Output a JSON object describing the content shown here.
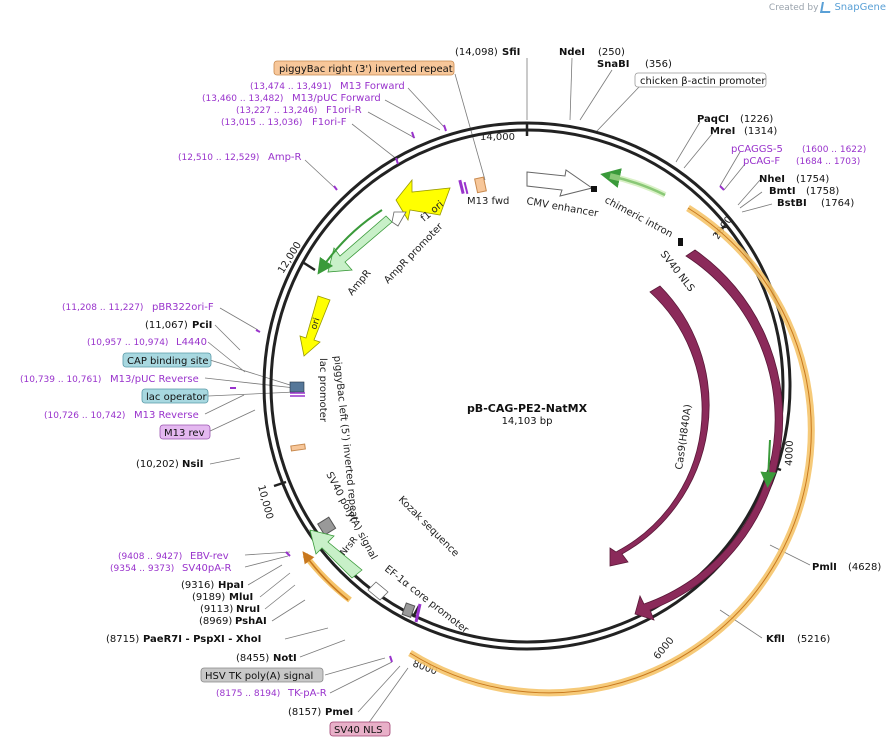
{
  "attribution": {
    "created_by": "Created by",
    "brand": "SnapGene"
  },
  "plasmid": {
    "name": "pB-CAG-PE2-NatMX",
    "length": "14,103 bp"
  },
  "ruler": [
    {
      "label": "14,000"
    },
    {
      "label": "2000"
    },
    {
      "label": "4000"
    },
    {
      "label": "6000"
    },
    {
      "label": "8000"
    },
    {
      "label": "10,000"
    },
    {
      "label": "12,000"
    }
  ],
  "sites": [
    {
      "name": "SfiI",
      "pos": "(14,098)"
    },
    {
      "name": "NdeI",
      "pos": "(250)"
    },
    {
      "name": "SnaBI",
      "pos": "(356)"
    },
    {
      "name": "PaqCI",
      "pos": "(1226)"
    },
    {
      "name": "MreI",
      "pos": "(1314)"
    },
    {
      "name": "NheI",
      "pos": "(1754)"
    },
    {
      "name": "BmtI",
      "pos": "(1758)"
    },
    {
      "name": "BstBI",
      "pos": "(1764)"
    },
    {
      "name": "PmlI",
      "pos": "(4628)"
    },
    {
      "name": "KflI",
      "pos": "(5216)"
    },
    {
      "name": "PmeI",
      "pos": "(8157)"
    },
    {
      "name": "NotI",
      "pos": "(8455)"
    },
    {
      "name": "PaeR7I - PspXI - XhoI",
      "pos": "(8715)"
    },
    {
      "name": "PshAI",
      "pos": "(8969)"
    },
    {
      "name": "NruI",
      "pos": "(9113)"
    },
    {
      "name": "MluI",
      "pos": "(9189)"
    },
    {
      "name": "HpaI",
      "pos": "(9316)"
    },
    {
      "name": "NsiI",
      "pos": "(10,202)"
    },
    {
      "name": "PciI",
      "pos": "(11,067)"
    }
  ],
  "primers": [
    {
      "name": "pCAGGS-5",
      "range": "(1600 .. 1622)"
    },
    {
      "name": "pCAG-F",
      "range": "(1684 .. 1703)"
    },
    {
      "name": "M13 Forward",
      "range": "(13,474 .. 13,491)"
    },
    {
      "name": "M13/pUC Forward",
      "range": "(13,460 .. 13,482)"
    },
    {
      "name": "F1ori-R",
      "range": "(13,227 .. 13,246)"
    },
    {
      "name": "F1ori-F",
      "range": "(13,015 .. 13,036)"
    },
    {
      "name": "Amp-R",
      "range": "(12,510 .. 12,529)"
    },
    {
      "name": "pBR322ori-F",
      "range": "(11,208 .. 11,227)"
    },
    {
      "name": "L4440",
      "range": "(10,957 .. 10,974)"
    },
    {
      "name": "M13/pUC Reverse",
      "range": "(10,739 .. 10,761)"
    },
    {
      "name": "M13 Reverse",
      "range": "(10,726 .. 10,742)"
    },
    {
      "name": "EBV-rev",
      "range": "(9408 .. 9427)"
    },
    {
      "name": "SV40pA-R",
      "range": "(9354 .. 9373)"
    },
    {
      "name": "TK-pA-R",
      "range": "(8175 .. 8194)"
    }
  ],
  "boxed_labels": [
    {
      "text": "piggyBac right (3') inverted repeat",
      "fill": "#f7c79a",
      "border": "#c98a4f"
    },
    {
      "text": "chicken β-actin promoter",
      "fill": "#ffffff",
      "border": "#999999"
    },
    {
      "text": "CAP binding site",
      "fill": "#a8d8e0",
      "border": "#5a9aa8"
    },
    {
      "text": "lac operator",
      "fill": "#a8d8e0",
      "border": "#5a9aa8"
    },
    {
      "text": "M13 rev",
      "fill": "#e4b8f0",
      "border": "#9a55b0"
    },
    {
      "text": "HSV TK poly(A) signal",
      "fill": "#c8c8c8",
      "border": "#888888"
    },
    {
      "text": "SV40 NLS",
      "fill": "#e8b0c8",
      "border": "#a04070"
    }
  ],
  "feature_labels": {
    "cmv_enhancer": "CMV enhancer",
    "chimeric_intron": "chimeric intron",
    "sv40_nls": "SV40 NLS",
    "cas9": "Cas9",
    "cas9_h840a": "Cas9(H840A)",
    "m13_fwd": "M13 fwd",
    "f1_ori": "f1 ori",
    "ampr_promoter": "AmpR promoter",
    "ampr": "AmpR",
    "ori": "ori",
    "lac_promoter": "lac promoter",
    "piggybac_left": "piggyBac left (5') inverted repeat",
    "sv40_polya": "SV40 poly(A) signal",
    "kozak": "Kozak sequence",
    "nrsr": "NrsR",
    "ef1a": "EF-1α core promoter"
  },
  "colors": {
    "backbone": "#222222",
    "site_text": "#111111",
    "primer_text": "#9933cc",
    "cas9": "#8b2a5a",
    "orf_outline": "#f0c080",
    "ori_yellow": "#ffff00",
    "green_arrow": "#c8f0c8",
    "line": "#7a7a7a"
  }
}
